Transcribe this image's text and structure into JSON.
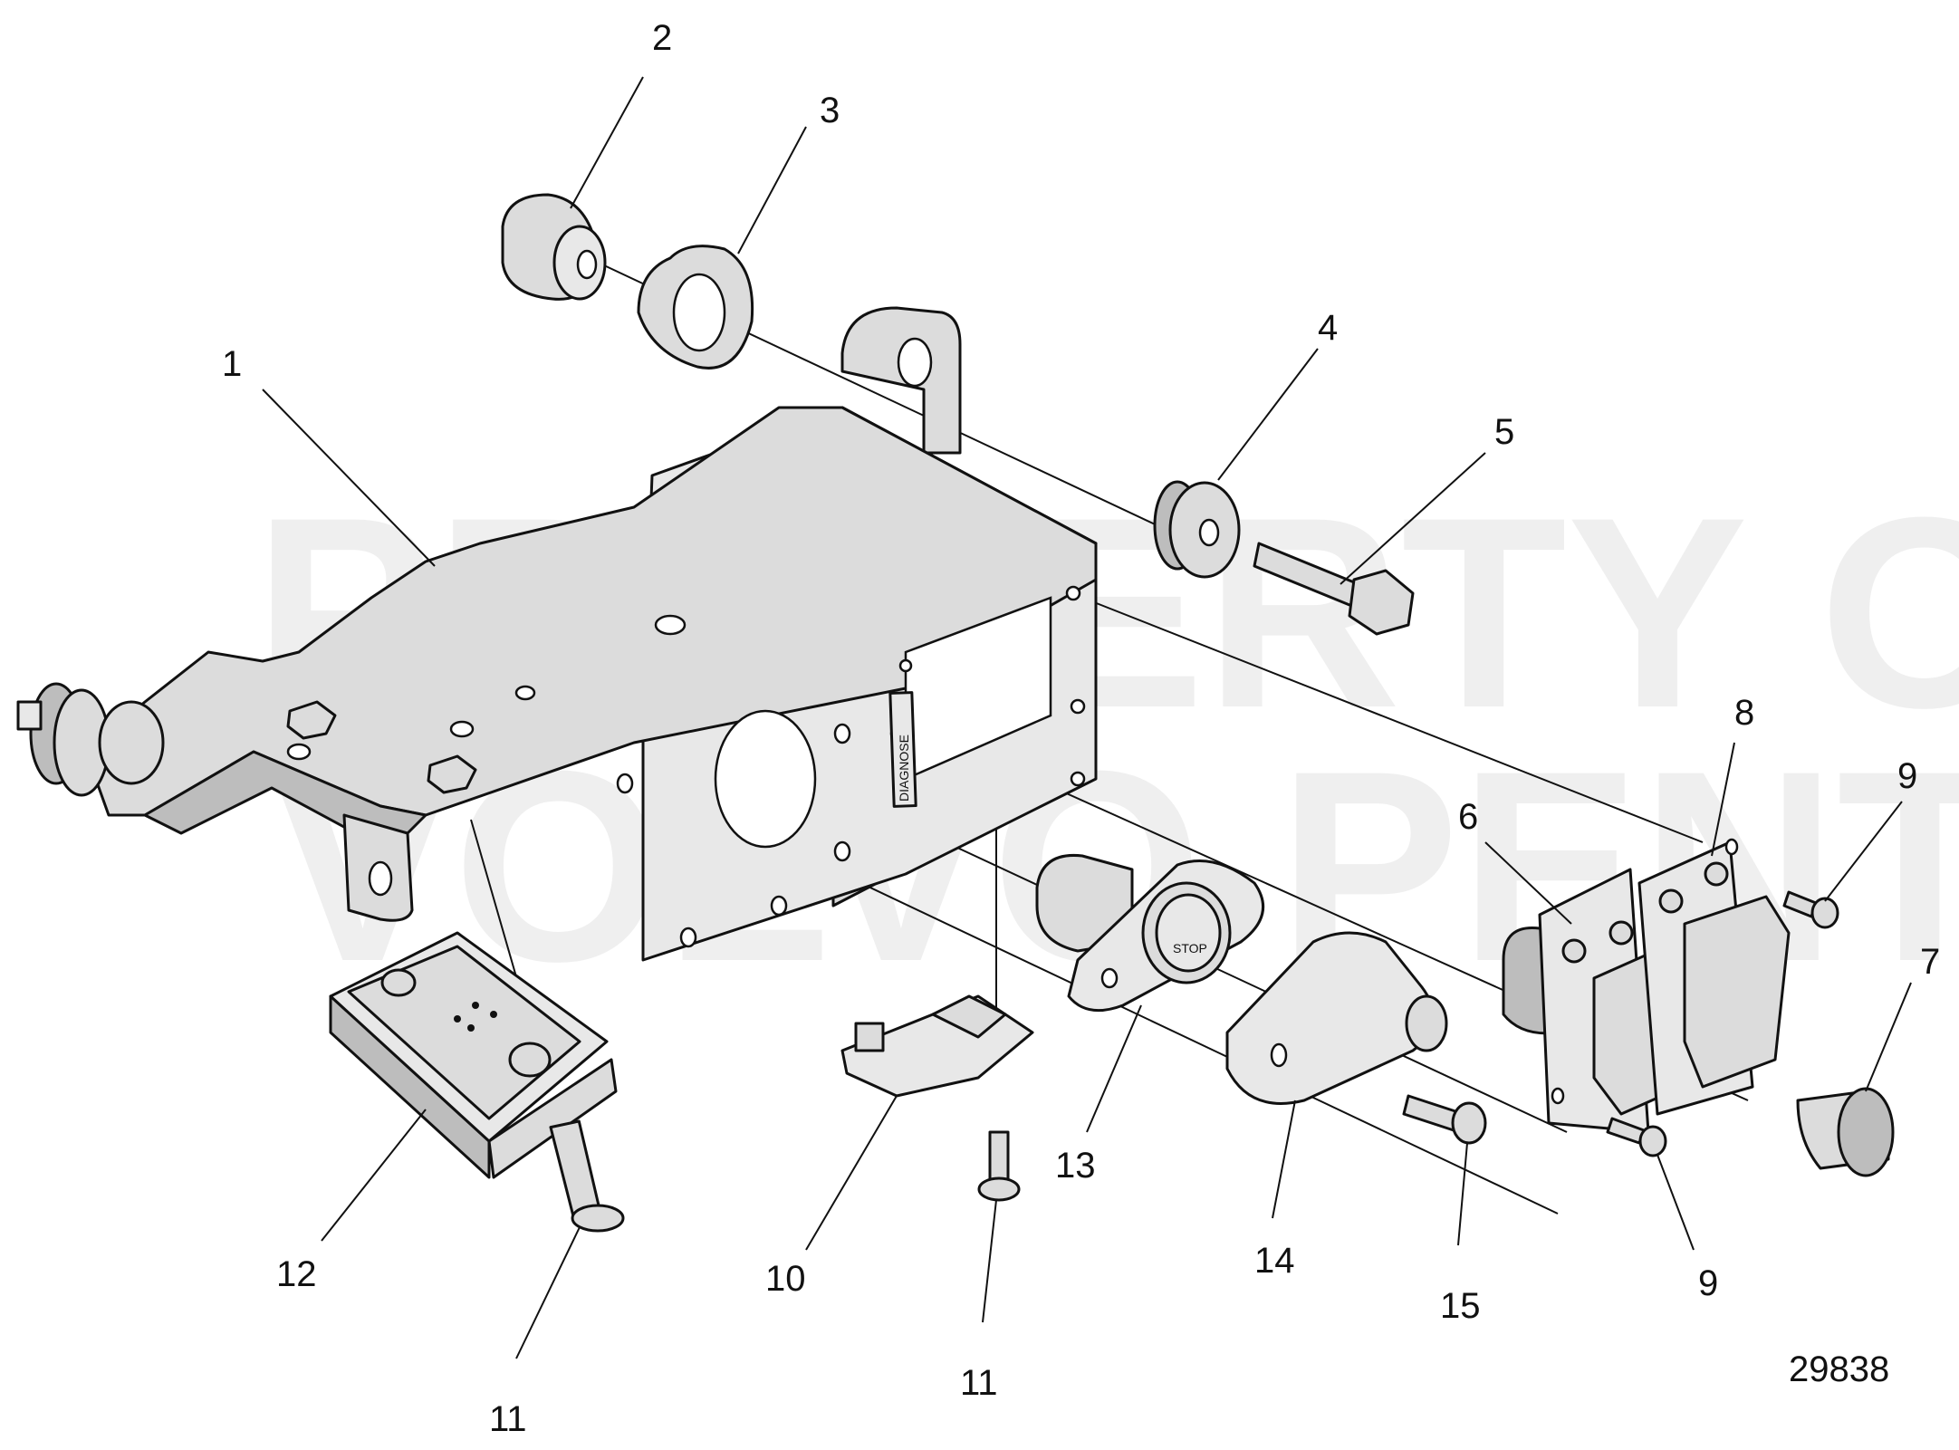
{
  "watermark": {
    "line1": "PROPERTY OF",
    "line2": "VOLVO PENTA"
  },
  "diagram_id": "29838",
  "labels": {
    "diagnose": "DIAGNOSE",
    "stop": "STOP"
  },
  "callouts": [
    {
      "id": "c1",
      "text": "1"
    },
    {
      "id": "c2",
      "text": "2"
    },
    {
      "id": "c3",
      "text": "3"
    },
    {
      "id": "c4",
      "text": "4"
    },
    {
      "id": "c5",
      "text": "5"
    },
    {
      "id": "c6",
      "text": "6"
    },
    {
      "id": "c7",
      "text": "7"
    },
    {
      "id": "c8",
      "text": "8"
    },
    {
      "id": "c9a",
      "text": "9"
    },
    {
      "id": "c9b",
      "text": "9"
    },
    {
      "id": "c10",
      "text": "10"
    },
    {
      "id": "c11a",
      "text": "11"
    },
    {
      "id": "c11b",
      "text": "11"
    },
    {
      "id": "c12",
      "text": "12"
    },
    {
      "id": "c13",
      "text": "13"
    },
    {
      "id": "c14",
      "text": "14"
    },
    {
      "id": "c15",
      "text": "15"
    }
  ]
}
